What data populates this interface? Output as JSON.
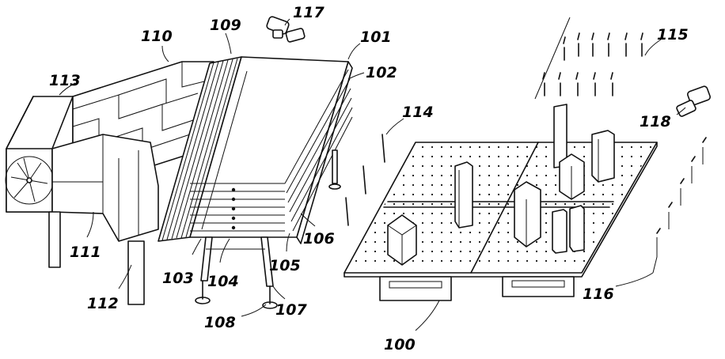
{
  "labels": {
    "l100": "100",
    "l101": "101",
    "l102": "102",
    "l103": "103",
    "l104": "104",
    "l105": "105",
    "l106": "106",
    "l107": "107",
    "l108": "108",
    "l109": "109",
    "l110": "110",
    "l111": "111",
    "l112": "112",
    "l113": "113",
    "l114": "114",
    "l115": "115",
    "l116": "116",
    "l117": "117",
    "l118": "118"
  }
}
